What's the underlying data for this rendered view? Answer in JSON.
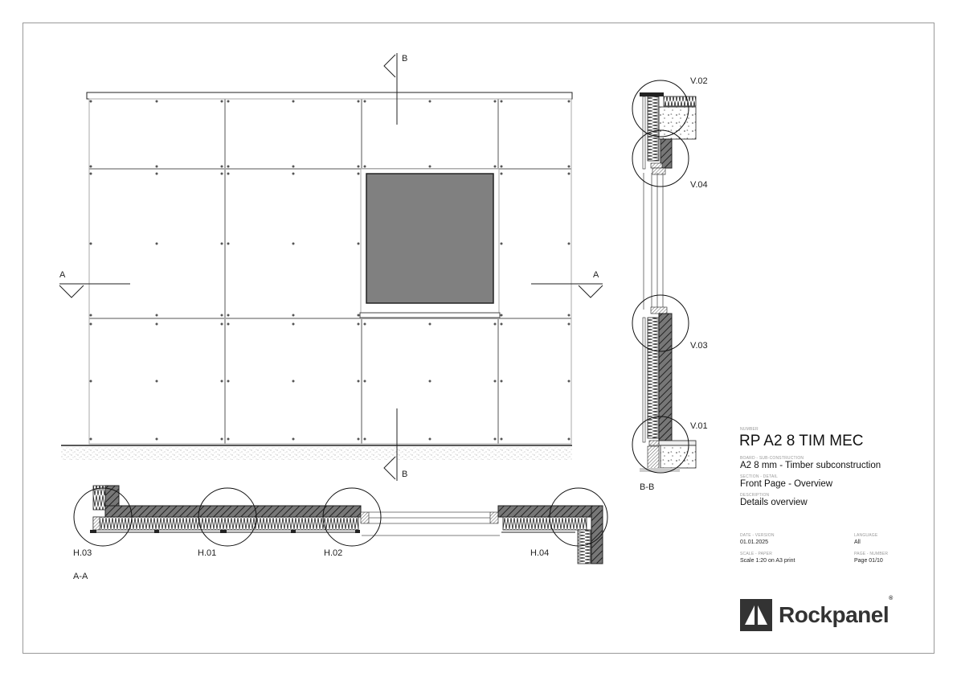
{
  "drawing": {
    "section_markers": {
      "a_left": "A",
      "a_right": "A",
      "b_top": "B",
      "b_bottom": "B"
    },
    "vertical_details": [
      {
        "label": "V.02"
      },
      {
        "label": "V.04"
      },
      {
        "label": "V.03"
      },
      {
        "label": "V.01"
      }
    ],
    "vertical_section_label": "B-B",
    "horizontal_details": [
      {
        "label": "H.03"
      },
      {
        "label": "H.01"
      },
      {
        "label": "H.02"
      },
      {
        "label": "H.04"
      }
    ],
    "horizontal_section_label": "A-A",
    "colors": {
      "window_fill": "#808080",
      "hatch": "#333333",
      "panel_joint": "#aaaaaa"
    }
  },
  "title_block": {
    "number_caption": "NUMBER",
    "number": "RP A2 8 TIM MEC",
    "board_caption": "BOARD - SUB-CONSTRUCTION",
    "board": "A2 8 mm - Timber subconstruction",
    "section_caption": "SECTION - DETAIL",
    "section": "Front Page - Overview",
    "description_caption": "DESCRIPTION",
    "description": "Details overview",
    "date_caption": "DATE - VERSION",
    "date": "01.01.2025",
    "language_caption": "LANGUAGE",
    "language": "All",
    "scale_caption": "SCALE - PAPER",
    "scale": "Scale 1:20 on A3 print",
    "page_caption": "PAGE - NUMBER",
    "page": "Page 01/10"
  },
  "brand": {
    "name": "Rockpanel",
    "reg": "®",
    "color": "#333333"
  }
}
